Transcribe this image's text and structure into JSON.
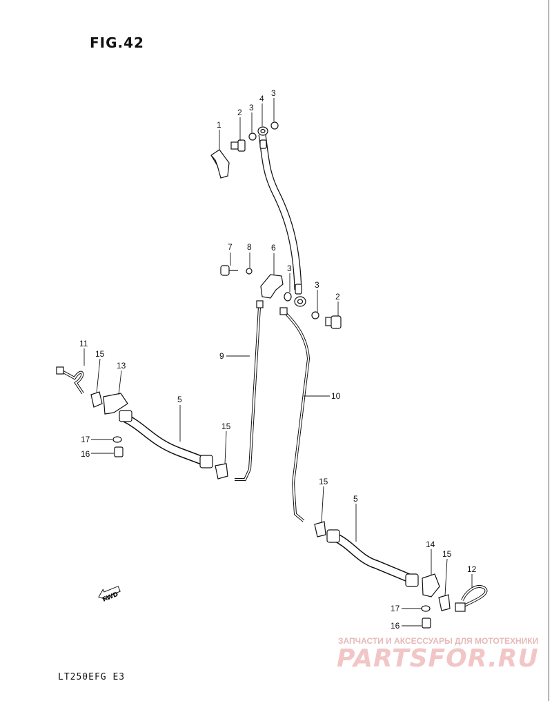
{
  "figure": {
    "title": "FIG.42",
    "model_code": "LT250EFG  E3"
  },
  "watermark": {
    "subtitle": "ЗАПЧАСТИ И АКСЕССУАРЫ ДЛЯ МОТОТЕХНИКИ",
    "brand": "PARTSFOR.RU"
  },
  "direction_marker": {
    "label": "FWD",
    "icon": "fwd-arrow-icon"
  },
  "callouts": [
    {
      "num": "1"
    },
    {
      "num": "2"
    },
    {
      "num": "3"
    },
    {
      "num": "3"
    },
    {
      "num": "4"
    },
    {
      "num": "3"
    },
    {
      "num": "7"
    },
    {
      "num": "8"
    },
    {
      "num": "6"
    },
    {
      "num": "3"
    },
    {
      "num": "3"
    },
    {
      "num": "2"
    },
    {
      "num": "9"
    },
    {
      "num": "10"
    },
    {
      "num": "11"
    },
    {
      "num": "15"
    },
    {
      "num": "13"
    },
    {
      "num": "5"
    },
    {
      "num": "17"
    },
    {
      "num": "16"
    },
    {
      "num": "15"
    },
    {
      "num": "15"
    },
    {
      "num": "5"
    },
    {
      "num": "14"
    },
    {
      "num": "15"
    },
    {
      "num": "12"
    },
    {
      "num": "17"
    },
    {
      "num": "16"
    }
  ],
  "colors": {
    "line": "#111111",
    "watermark": "#f2c6c6",
    "background": "#ffffff"
  }
}
